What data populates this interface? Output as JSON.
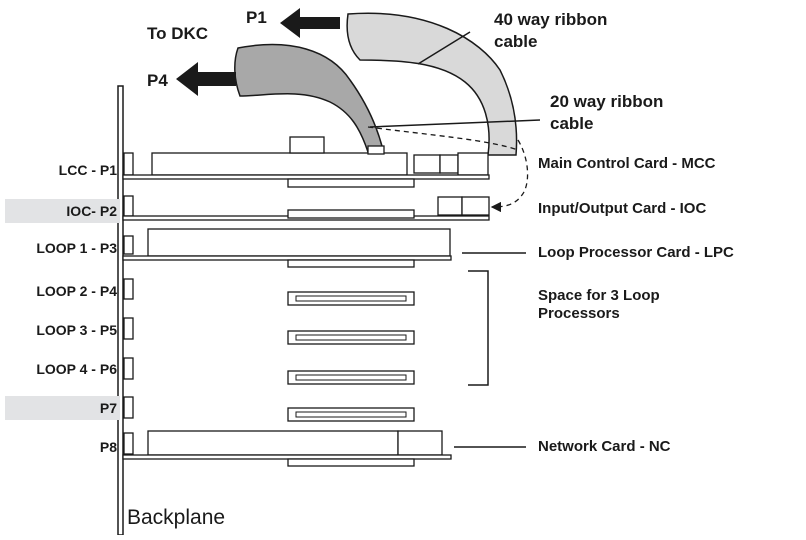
{
  "slots": [
    {
      "label": "LCC -  P1",
      "shaded": false
    },
    {
      "label": "IOC-  P2",
      "shaded": true
    },
    {
      "label": "LOOP 1 - P3",
      "shaded": false
    },
    {
      "label": "LOOP 2 - P4",
      "shaded": false
    },
    {
      "label": "LOOP 3 - P5",
      "shaded": false
    },
    {
      "label": "LOOP 4 - P6",
      "shaded": false
    },
    {
      "label": "P7",
      "shaded": true
    },
    {
      "label": "P8",
      "shaded": false
    }
  ],
  "cables": {
    "to_dkc": "To DKC",
    "p1": "P1",
    "p4": "P4",
    "ribbon40_line1": "40 way ribbon",
    "ribbon40_line2": "cable",
    "ribbon20_line1": "20 way ribbon",
    "ribbon20_line2": "cable"
  },
  "cards": {
    "mcc": "Main Control Card - MCC",
    "ioc": "Input/Output Card - IOC",
    "lpc": "Loop Processor Card - LPC",
    "space_line1": "Space for 3 Loop",
    "space_line2": "Processors",
    "nc": "Network Card - NC"
  },
  "backplane": "Backplane",
  "colors": {
    "cable_40": "#d9d9d9",
    "cable_20": "#a8a8a8",
    "label_shade": "#e2e3e5",
    "ink": "#1a1a1a"
  }
}
